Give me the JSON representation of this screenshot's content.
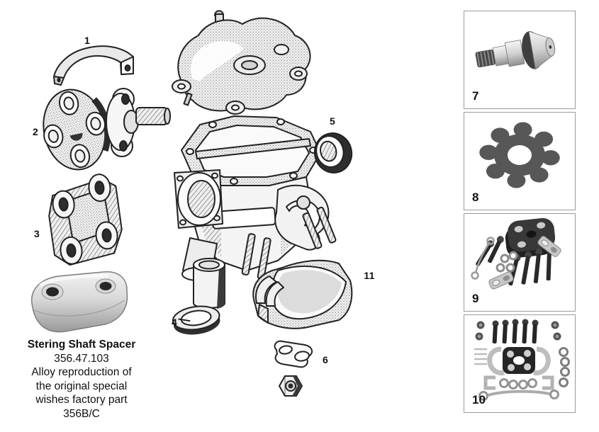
{
  "colors": {
    "background": "#ffffff",
    "line_art": "#222222",
    "box_border": "#9b9b9b",
    "photo_metal_light": "#f2f2f2",
    "photo_metal_dark": "#9a9a9a",
    "rubber_dark": "#2e2e2e"
  },
  "diagram": {
    "callouts": [
      {
        "label": "1"
      },
      {
        "label": "2"
      },
      {
        "label": "3"
      },
      {
        "label": "4"
      },
      {
        "label": "5"
      },
      {
        "label": "6"
      },
      {
        "label": "11"
      }
    ],
    "caption": {
      "title": "Stering Shaft Spacer",
      "part_number": "356.47.103",
      "description_lines": [
        "Alloy reproduction of",
        "the original special",
        "wishes factory part",
        "356B/C"
      ]
    },
    "illustrations": [
      "retaining-strap-illustration",
      "flex-disc-illustration",
      "drive-flange-illustration",
      "steering-box-cover-illustration",
      "steering-gear-housing-illustration",
      "bearing-race-illustration",
      "mounting-bracket-illustration",
      "spacer-product-photo",
      "bushing-illustration",
      "seal-ring-illustration",
      "saddle-clamp-illustration",
      "lock-plate-illustration",
      "hex-nut-illustration"
    ]
  },
  "sidebar": {
    "items": [
      {
        "label": "7",
        "image": "threaded-pivot-pin-photo"
      },
      {
        "label": "8",
        "image": "gear-lock-washer-photo"
      },
      {
        "label": "9",
        "image": "steering-coupler-kit-photo"
      },
      {
        "label": "10",
        "image": "steering-coupler-full-kit-photo"
      }
    ]
  }
}
